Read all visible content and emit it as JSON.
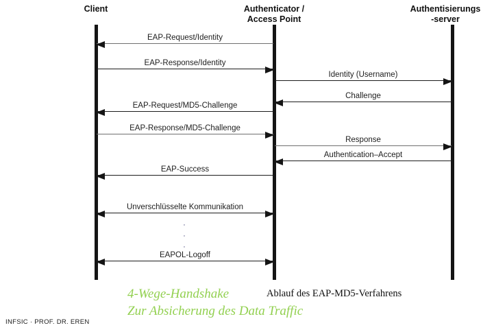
{
  "diagram": {
    "title_caption": "Ablauf des EAP-MD5-Verfahrens",
    "actors": [
      {
        "id": "client",
        "label": "Client",
        "label_line2": ""
      },
      {
        "id": "auth",
        "label": "Authenticator /",
        "label_line2": "Access Point"
      },
      {
        "id": "server",
        "label": "Authentisierungs",
        "label_line2": "-server"
      }
    ],
    "messages": [
      {
        "text": "EAP-Request/Identity",
        "from": "auth",
        "to": "client",
        "direction": "left",
        "style": "gray"
      },
      {
        "text": "EAP-Response/Identity",
        "from": "client",
        "to": "auth",
        "direction": "right",
        "style": "black"
      },
      {
        "text": "Identity (Username)",
        "from": "auth",
        "to": "server",
        "direction": "right",
        "style": "black"
      },
      {
        "text": "Challenge",
        "from": "server",
        "to": "auth",
        "direction": "left",
        "style": "black"
      },
      {
        "text": "EAP-Request/MD5-Challenge",
        "from": "auth",
        "to": "client",
        "direction": "left",
        "style": "black"
      },
      {
        "text": "EAP-Response/MD5-Challenge",
        "from": "client",
        "to": "auth",
        "direction": "right",
        "style": "gray"
      },
      {
        "text": "Response",
        "from": "auth",
        "to": "server",
        "direction": "right",
        "style": "gray"
      },
      {
        "text": "Authentication–Accept",
        "from": "server",
        "to": "auth",
        "direction": "left",
        "style": "black"
      },
      {
        "text": "EAP-Success",
        "from": "auth",
        "to": "client",
        "direction": "left",
        "style": "black"
      },
      {
        "text": "Unverschlüsselte Kommunikation",
        "from": "client",
        "to": "auth",
        "direction": "both",
        "style": "black"
      },
      {
        "text": "EAPOL-Logoff",
        "from": "client",
        "to": "auth",
        "direction": "both",
        "style": "black"
      }
    ],
    "ellipsis": [
      "·",
      "·",
      "·"
    ]
  },
  "captions": {
    "green_line1": "4-Wege-Handshake",
    "green_line2": "Zur Absicherung des Data Traffic",
    "green_color": "#92d050",
    "black": "Ablauf des EAP-MD5-Verfahrens"
  },
  "footer": {
    "text": "INFSIC · PROF. DR. EREN"
  }
}
